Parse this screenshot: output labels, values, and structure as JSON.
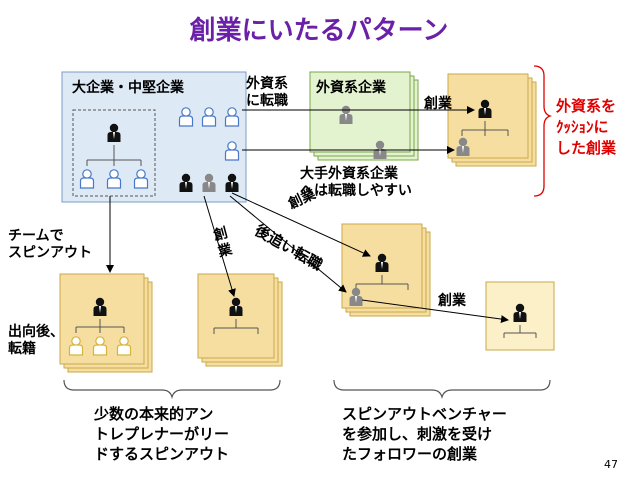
{
  "title": "創業にいたるパターン",
  "labels": {
    "large_company": "大企業・中堅企業",
    "foreign_firm": "外資系企業",
    "move_to_foreign": "外資系\nに転職",
    "found_1": "創業",
    "foreign_founder": "外資系を\nｸｯｼｮﾝに\nした創業",
    "easy_move": "大手外資系企業\nへは転職しやすい",
    "found_diag": "創業",
    "follow_move": "後追い転職",
    "found_vertical": "創業",
    "team_spinout": "チームで\nスピンアウト",
    "found_2": "創業",
    "transfer": "出向後、\n転籍"
  },
  "bottom": {
    "left": "少数の本来的アン\nトレプレナーがリー\nドするスピンアウト",
    "right": "スピンアウトベンチャー\nを参加し、刺激を受け\nたフォロワーの創業"
  },
  "page_number": "47",
  "colors": {
    "title": "#6b20a8",
    "accent_red": "#e00000",
    "large_company_fill": "#dde9f5",
    "foreign_fill": "#e3f2cf",
    "startup_fill": "#f5dea0",
    "startup_fill_light": "#fbf0c8"
  }
}
